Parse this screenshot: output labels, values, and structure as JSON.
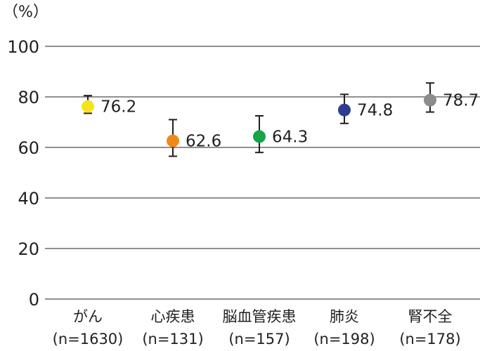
{
  "chart_data": {
    "type": "scatter",
    "title": "",
    "ylabel": "（%）",
    "xlabel": "",
    "ylim": [
      0,
      100
    ],
    "yticks": [
      0,
      20,
      40,
      60,
      80,
      100
    ],
    "grid": true,
    "categories": [
      {
        "name": "がん",
        "n": "(n=1630)"
      },
      {
        "name": "心疾患",
        "n": "(n=131)"
      },
      {
        "name": "脳血管疾患",
        "n": "(n=157)"
      },
      {
        "name": "肺炎",
        "n": "(n=198)"
      },
      {
        "name": "腎不全",
        "n": "(n=178)"
      }
    ],
    "points": [
      {
        "value": 76.2,
        "label": "76.2",
        "lower": 73.5,
        "upper": 80.5,
        "color": "#f7e31b"
      },
      {
        "value": 62.6,
        "label": "62.6",
        "lower": 56.5,
        "upper": 71.0,
        "color": "#ef8a1a"
      },
      {
        "value": 64.3,
        "label": "64.3",
        "lower": 58.0,
        "upper": 72.5,
        "color": "#16a34a"
      },
      {
        "value": 74.8,
        "label": "74.8",
        "lower": 69.5,
        "upper": 81.0,
        "color": "#2e3d92"
      },
      {
        "value": 78.7,
        "label": "78.7",
        "lower": 74.0,
        "upper": 85.5,
        "color": "#8c8c8c"
      }
    ]
  }
}
